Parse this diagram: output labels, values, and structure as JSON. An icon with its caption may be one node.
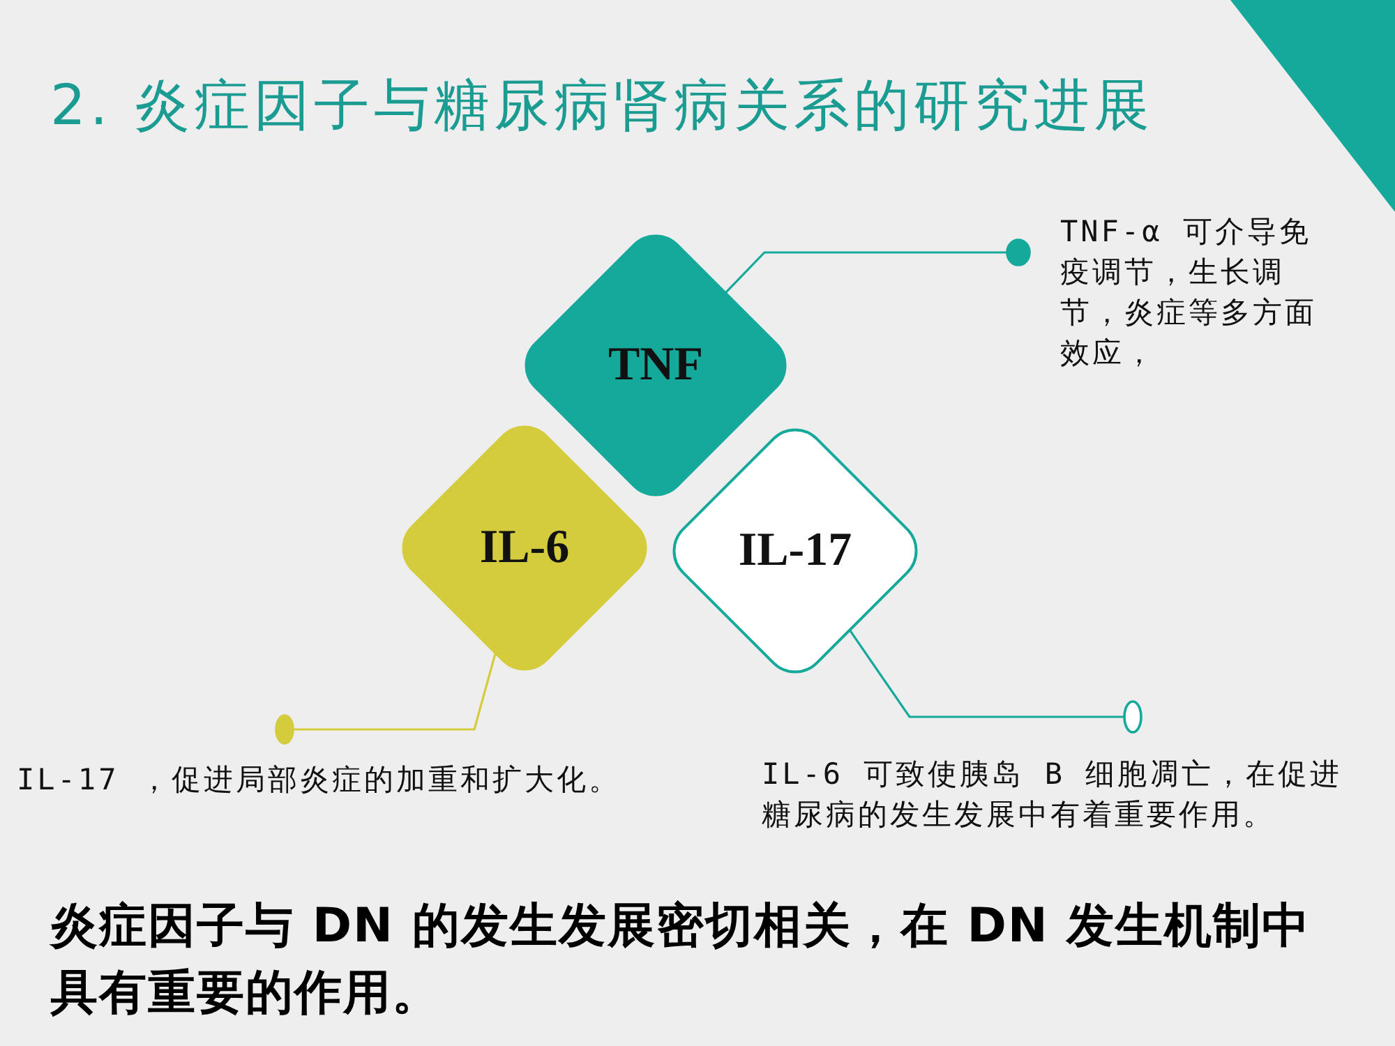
{
  "diagram": {
    "title": "2. 炎症因子与糖尿病肾病关系的研究进展",
    "nodes": [
      {
        "text": [
          "TNF"
        ]
      },
      {
        "text": [
          "IL-6"
        ]
      },
      {
        "text": [
          "IL-17"
        ]
      },
      {
        "text": [
          "TNF-α 可介导免疫调节，生长调节，炎症等多方面效应，"
        ]
      },
      {
        "text": [
          "IL-17 ，促进局部炎症的加重和扩大化。"
        ]
      },
      {
        "text": [
          "IL-6 可致使胰岛 B 细胞凋亡，在促进糖尿病的发生发展中有着重要作用。"
        ]
      }
    ],
    "edges": [
      {
        "from": 0,
        "to": 3,
        "arrow": "other"
      },
      {
        "from": 1,
        "to": 4,
        "arrow": "other",
        "color": "#d4cc3c"
      },
      {
        "from": 2,
        "to": 5,
        "arrow": "other"
      }
    ],
    "labels": [
      "炎症因子与 DN 的发生发展密切相关，在 DN 发生机制中具有重要的作用。"
    ]
  }
}
